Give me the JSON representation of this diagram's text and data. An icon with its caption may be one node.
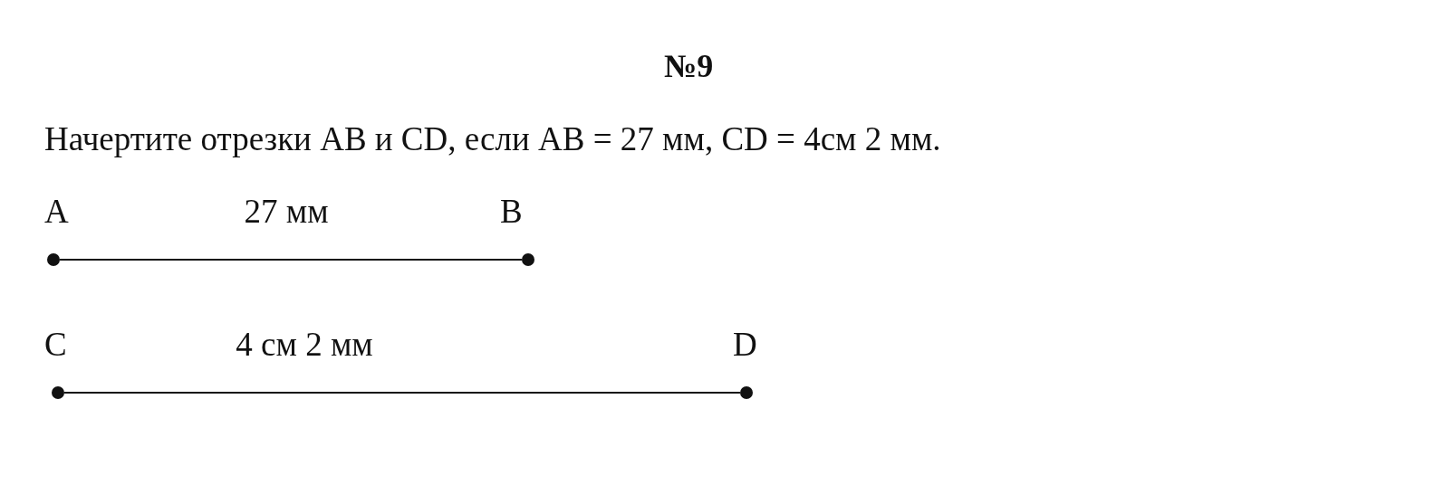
{
  "diagram": {
    "title": "№9",
    "nodes": [
      {
        "text": [
          "A"
        ]
      },
      {
        "text": [
          "B"
        ]
      },
      {
        "text": [
          "C"
        ]
      },
      {
        "text": [
          "D"
        ]
      }
    ],
    "edges": [
      {
        "from": 0,
        "to": 1,
        "arrow": "none",
        "label": "27 мм"
      },
      {
        "from": 2,
        "to": 3,
        "arrow": "none",
        "label": "4 см 2 мм"
      }
    ],
    "labels": [
      "Начертите отрезки AB и CD, если AB = 27 мм, CD = 4см 2 мм."
    ]
  }
}
